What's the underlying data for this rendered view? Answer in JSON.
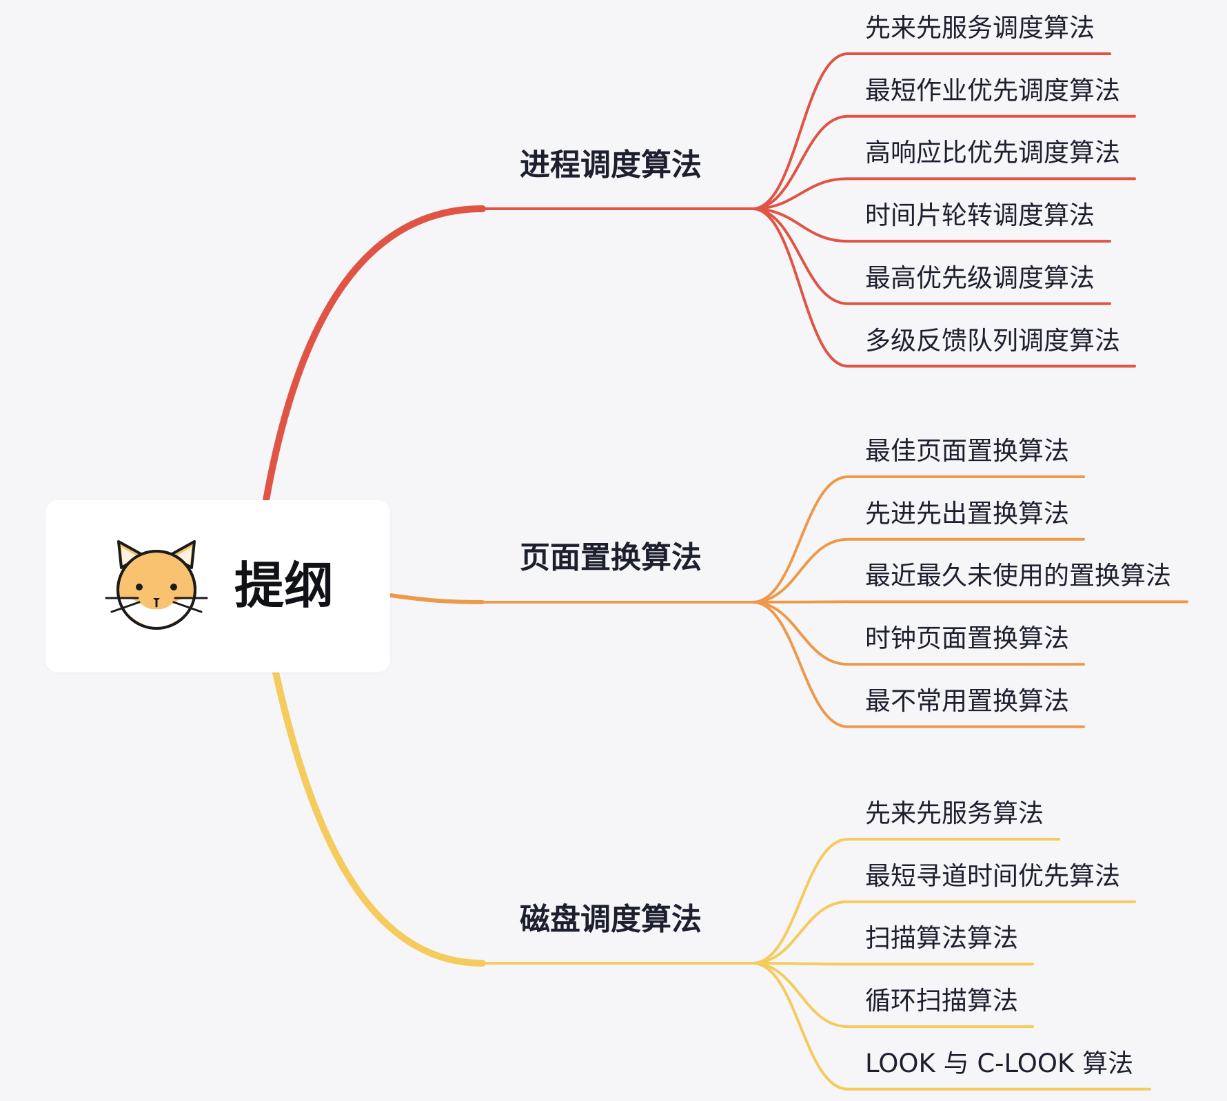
{
  "root": {
    "title": "提纲",
    "icon": "cat-face-icon"
  },
  "colors": {
    "background": "#f6f6f9",
    "branch_1": "#e05445",
    "branch_2": "#ec9a4a",
    "branch_3": "#f4cb5c",
    "cat_fill": "#f9c270",
    "cat_stroke": "#1b1b1b"
  },
  "branches": [
    {
      "label": "进程调度算法",
      "color": "#e05445",
      "children": [
        "先来先服务调度算法",
        "最短作业优先调度算法",
        "高响应比优先调度算法",
        "时间片轮转调度算法",
        "最高优先级调度算法",
        "多级反馈队列调度算法"
      ]
    },
    {
      "label": "页面置换算法",
      "color": "#ec9a4a",
      "children": [
        "最佳页面置换算法",
        "先进先出置换算法",
        "最近最久未使用的置换算法",
        "时钟页面置换算法",
        "最不常用置换算法"
      ]
    },
    {
      "label": "磁盘调度算法",
      "color": "#f4cb5c",
      "children": [
        "先来先服务算法",
        "最短寻道时间优先算法",
        "扫描算法算法",
        "循环扫描算法",
        "LOOK 与 C-LOOK 算法"
      ]
    }
  ]
}
